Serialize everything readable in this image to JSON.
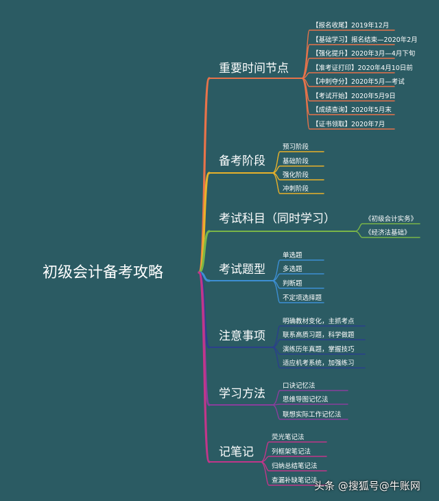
{
  "root": {
    "label": "初级会计备考攻略"
  },
  "branches": [
    {
      "label": "重要时间节点",
      "color": "#e8734a",
      "children": [
        "【报名收尾】2019年12月",
        "【基础学习】报名结束—2020年2月",
        "【强化提升】2020年3月—4月下旬",
        "【准考证打印】2020年4月10日前",
        "【冲刺夺分】2020年5月—考试",
        "【考试开始】2020年5月9日",
        "【成绩查询】2020年5月末",
        "【证书领取】2020年7月"
      ]
    },
    {
      "label": "备考阶段",
      "color": "#e9b22a",
      "children": [
        "预习阶段",
        "基础阶段",
        "强化阶段",
        "冲刺阶段"
      ]
    },
    {
      "label": "考试科目（同时学习）",
      "color": "#7ab648",
      "children": [
        "《初级会计实务》",
        "《经济法基础》"
      ]
    },
    {
      "label": "考试题型",
      "color": "#3d8fd4",
      "children": [
        "单选题",
        "多选题",
        "判断题",
        "不定项选择题"
      ]
    },
    {
      "label": "注意事项",
      "color": "#2b3f8c",
      "children": [
        "明确教材变化，主抓考点",
        "联系高质习题，科学做题",
        "演练历年真题，掌握技巧",
        "适应机考系统，加强练习"
      ]
    },
    {
      "label": "学习方法",
      "color": "#8a3e9c",
      "children": [
        "口诀记忆法",
        "思维导图记忆法",
        "联想实际工作记忆法"
      ]
    },
    {
      "label": "记笔记",
      "color": "#c2368a",
      "children": [
        "荧光笔记法",
        "列框架笔记法",
        "归纳总结笔记法",
        "查漏补缺笔记法"
      ]
    }
  ],
  "watermark": "头条 @搜狐号@牛账网"
}
